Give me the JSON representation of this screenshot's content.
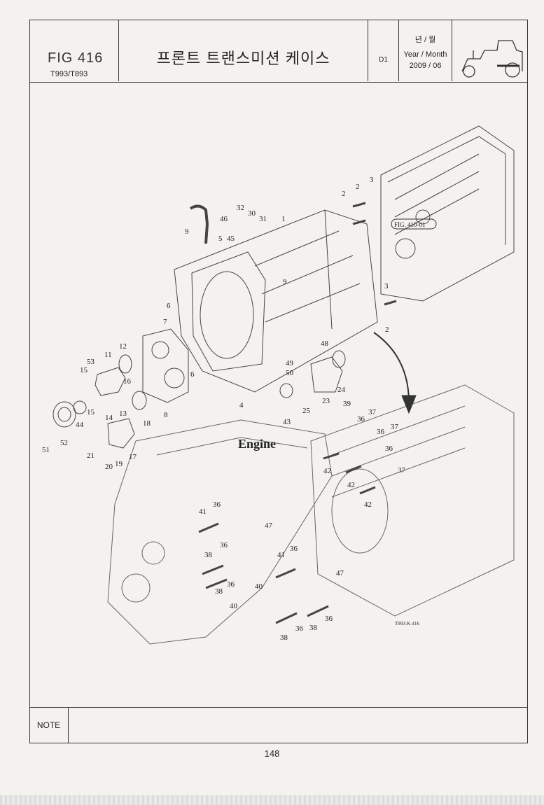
{
  "header": {
    "fig_label": "FIG 416",
    "model": "T993/T893",
    "title": "프론트 트랜스미션 케이스",
    "column_code": "D1",
    "date_label_kr": "년 / 월",
    "date_label_en": "Year / Month",
    "date_value": "2009 / 06",
    "tractor_icon": "tractor-icon"
  },
  "diagram": {
    "engine_label": "Engine",
    "reference_label": "FIG. 410-01",
    "drawing_code": "T993-K-416",
    "callouts": [
      "1",
      "2",
      "2",
      "2",
      "3",
      "3",
      "4",
      "5",
      "6",
      "6",
      "7",
      "8",
      "9",
      "9",
      "11",
      "12",
      "13",
      "14",
      "15",
      "15",
      "16",
      "17",
      "18",
      "19",
      "20",
      "21",
      "23",
      "24",
      "25",
      "30",
      "31",
      "32",
      "36",
      "36",
      "36",
      "36",
      "36",
      "36",
      "36",
      "36",
      "36",
      "37",
      "37",
      "37",
      "38",
      "38",
      "38",
      "38",
      "39",
      "40",
      "40",
      "41",
      "41",
      "42",
      "42",
      "42",
      "43",
      "44",
      "45",
      "46",
      "47",
      "47",
      "48",
      "49",
      "50",
      "51",
      "52",
      "53"
    ]
  },
  "note": {
    "label": "NOTE"
  },
  "footer": {
    "page_number": "148"
  }
}
